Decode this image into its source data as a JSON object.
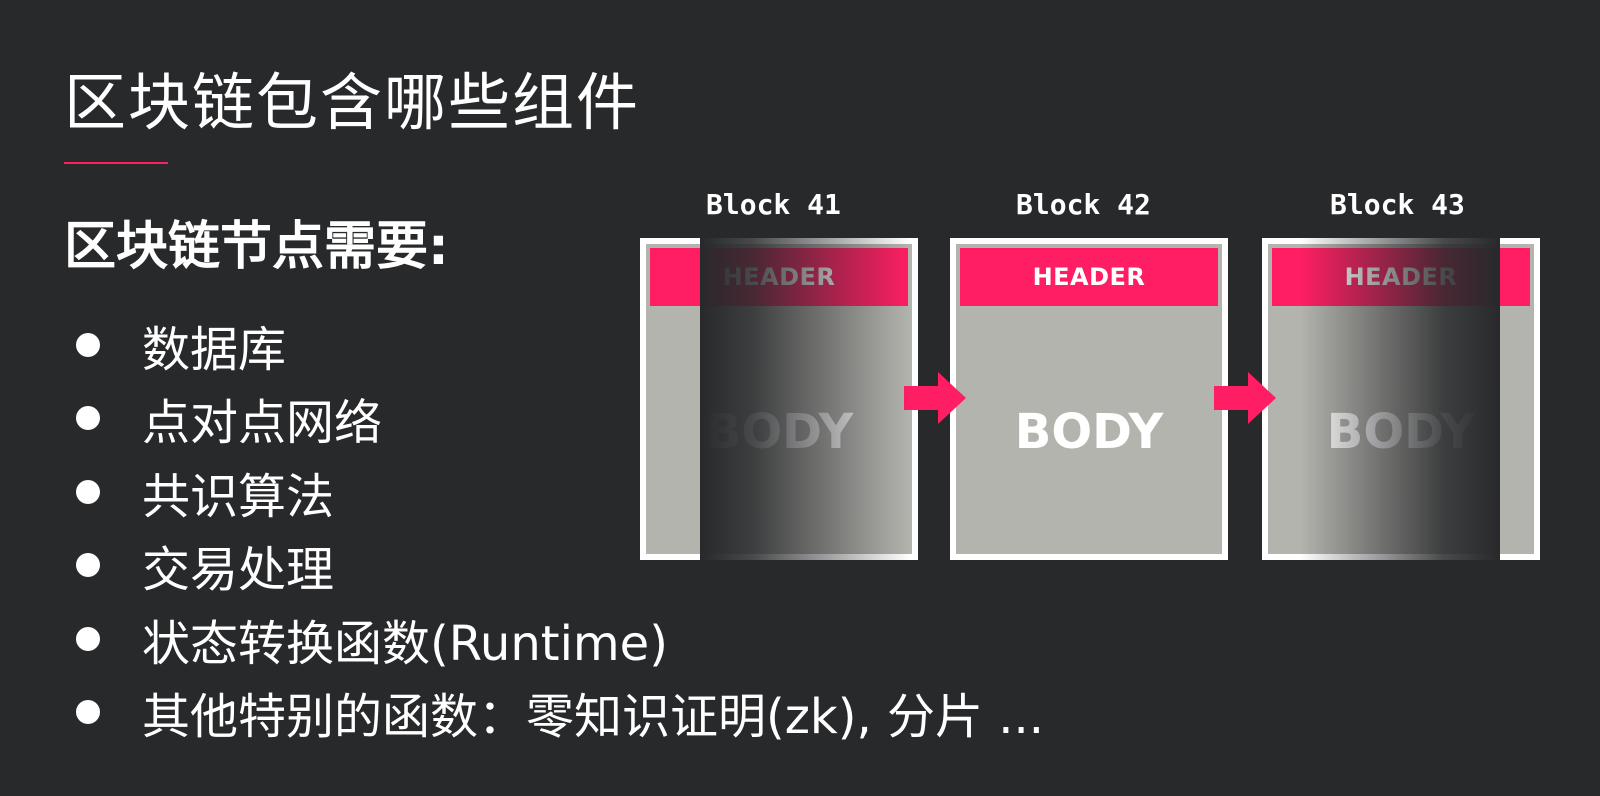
{
  "slide": {
    "title": "区块链包含哪些组件",
    "subtitle": "区块链节点需要:",
    "bullets": [
      "数据库",
      "点对点网络",
      "共识算法",
      "交易处理",
      "状态转换函数(Runtime)",
      "其他特别的函数：零知识证明(zk), 分片 ..."
    ]
  },
  "diagram": {
    "blocks": [
      {
        "label": "Block 41",
        "header": "HEADER",
        "body": "BODY"
      },
      {
        "label": "Block 42",
        "header": "HEADER",
        "body": "BODY"
      },
      {
        "label": "Block 43",
        "header": "HEADER",
        "body": "BODY"
      }
    ]
  },
  "colors": {
    "background": "#28292b",
    "accent": "#ff1e63",
    "block_fill": "#b3b4ae",
    "text": "#ffffff"
  },
  "icons": [
    "bullet-dot-icon",
    "arrow-right-icon"
  ]
}
